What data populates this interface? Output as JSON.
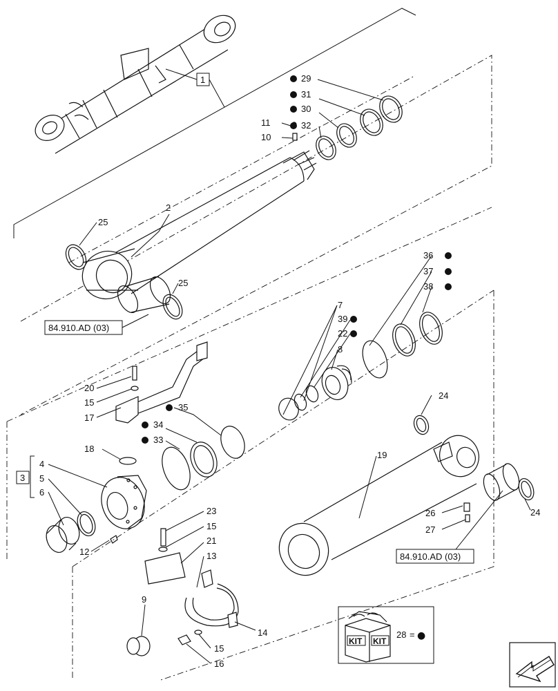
{
  "callouts": [
    {
      "id": "c1",
      "text": "1"
    },
    {
      "id": "c2",
      "text": "2"
    },
    {
      "id": "c3",
      "text": "3"
    },
    {
      "id": "c4",
      "text": "4"
    },
    {
      "id": "c5",
      "text": "5"
    },
    {
      "id": "c6",
      "text": "6"
    },
    {
      "id": "c7",
      "text": "7"
    },
    {
      "id": "c8",
      "text": "8"
    },
    {
      "id": "c9",
      "text": "9"
    },
    {
      "id": "c10",
      "text": "10"
    },
    {
      "id": "c11",
      "text": "11"
    },
    {
      "id": "c12",
      "text": "12"
    },
    {
      "id": "c13",
      "text": "13"
    },
    {
      "id": "c14",
      "text": "14"
    },
    {
      "id": "c15a",
      "text": "15"
    },
    {
      "id": "c15b",
      "text": "15"
    },
    {
      "id": "c15c",
      "text": "15"
    },
    {
      "id": "c16",
      "text": "16"
    },
    {
      "id": "c17",
      "text": "17"
    },
    {
      "id": "c18",
      "text": "18"
    },
    {
      "id": "c19",
      "text": "19"
    },
    {
      "id": "c20",
      "text": "20"
    },
    {
      "id": "c21",
      "text": "21"
    },
    {
      "id": "c22",
      "text": "22"
    },
    {
      "id": "c23",
      "text": "23"
    },
    {
      "id": "c24a",
      "text": "24"
    },
    {
      "id": "c24b",
      "text": "24"
    },
    {
      "id": "c25a",
      "text": "25"
    },
    {
      "id": "c25b",
      "text": "25"
    },
    {
      "id": "c26",
      "text": "26"
    },
    {
      "id": "c27",
      "text": "27"
    },
    {
      "id": "c29",
      "text": "29"
    },
    {
      "id": "c30",
      "text": "30"
    },
    {
      "id": "c31",
      "text": "31"
    },
    {
      "id": "c32",
      "text": "32"
    },
    {
      "id": "c33",
      "text": "33"
    },
    {
      "id": "c34",
      "text": "34"
    },
    {
      "id": "c35",
      "text": "35"
    },
    {
      "id": "c36",
      "text": "36"
    },
    {
      "id": "c37",
      "text": "37"
    },
    {
      "id": "c38",
      "text": "38"
    },
    {
      "id": "c39",
      "text": "39"
    }
  ],
  "references": [
    {
      "id": "ref1",
      "text": "84.910.AD (03)"
    },
    {
      "id": "ref2",
      "text": "84.910.AD (03)"
    }
  ],
  "kit": {
    "label_left": "KIT",
    "label_right": "KIT",
    "legend_number": "28",
    "legend_equals": "=",
    "legend_symbol": "●"
  },
  "marker_symbol": "●",
  "icons": {
    "navigation": "arrow-left-icon"
  },
  "colors": {
    "line": "#111111",
    "background": "#ffffff"
  }
}
